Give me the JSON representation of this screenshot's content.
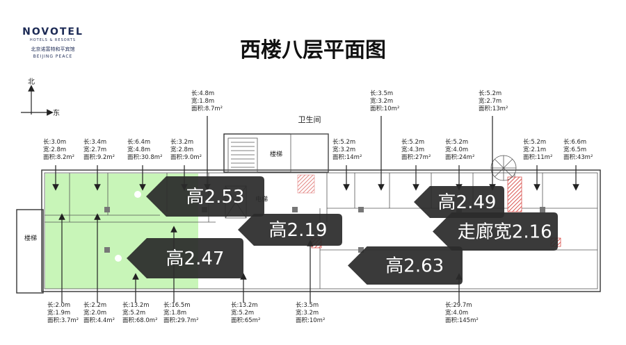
{
  "logo": {
    "brand": "NOVOTEL",
    "tagline": "HOTELS & RESORTS",
    "hotel_cn": "北京诺富特和平宾馆",
    "hotel_en": "BEIJING PEACE"
  },
  "title": "西楼八层平面图",
  "compass": {
    "north": "北",
    "east": "东"
  },
  "rooms": {
    "restroom": "卫生间",
    "stairs_center": "楼梯",
    "stairs_left": "楼梯",
    "elevator": "电梯"
  },
  "top_labels": [
    {
      "l": "长:3.0m",
      "w": "宽:2.8m",
      "a": "面积:8.2m²"
    },
    {
      "l": "长:3.4m",
      "w": "宽:2.7m",
      "a": "面积:9.2m²"
    },
    {
      "l": "长:6.4m",
      "w": "宽:4.8m",
      "a": "面积:30.8m²"
    },
    {
      "l": "长:3.2m",
      "w": "宽:2.8m",
      "a": "面积:9.0m²"
    },
    {
      "l": "长:4.8m",
      "w": "宽:1.8m",
      "a": "面积:8.7m²"
    },
    {
      "l": "长:5.2m",
      "w": "宽:3.2m",
      "a": "面积:14m²"
    },
    {
      "l": "长:3.5m",
      "w": "宽:3.2m",
      "a": "面积:10m²"
    },
    {
      "l": "长:5.2m",
      "w": "宽:4.3m",
      "a": "面积:27m²"
    },
    {
      "l": "长:5.2m",
      "w": "宽:4.0m",
      "a": "面积:24m²"
    },
    {
      "l": "长:5.2m",
      "w": "宽:2.7m",
      "a": "面积:13m²"
    },
    {
      "l": "长:5.2m",
      "w": "宽:2.1m",
      "a": "面积:11m²"
    },
    {
      "l": "长:6.6m",
      "w": "宽:6.5m",
      "a": "面积:43m²"
    }
  ],
  "bottom_labels": [
    {
      "l": "长:2.0m",
      "w": "宽:1.9m",
      "a": "面积:3.7m²"
    },
    {
      "l": "长:2.2m",
      "w": "宽:2.0m",
      "a": "面积:4.4m²"
    },
    {
      "l": "长:13.2m",
      "w": "宽:5.2m",
      "a": "面积:68.0m²"
    },
    {
      "l": "长:16.5m",
      "w": "宽:1.8m",
      "a": "面积:29.7m²"
    },
    {
      "l": "长:13.2m",
      "w": "宽:5.2m",
      "a": "面积:65m²"
    },
    {
      "l": "长:3.5m",
      "w": "宽:3.2m",
      "a": "面积:10m²"
    },
    {
      "l": "长:29.7m",
      "w": "宽:4.0m",
      "a": "面积:145m²"
    }
  ],
  "height_tags": [
    {
      "text": "高2.53"
    },
    {
      "text": "高2.19"
    },
    {
      "text": "高2.47"
    },
    {
      "text": "高2.63"
    },
    {
      "text": "高2.49"
    },
    {
      "text": "走廊宽2.16"
    }
  ],
  "colors": {
    "highlight_green": "#c8f5b8",
    "tag_bg": "#2b2b2b",
    "red_hatch": "#d9534f"
  }
}
